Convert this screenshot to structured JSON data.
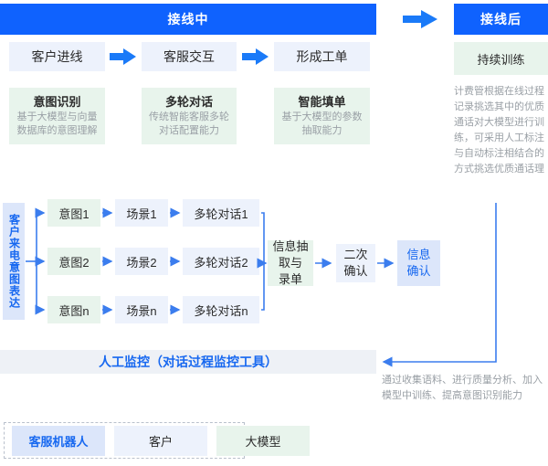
{
  "phases": {
    "during": "接线中",
    "after": "接线后"
  },
  "top_steps": [
    {
      "label": "客户进线"
    },
    {
      "label": "客服交互"
    },
    {
      "label": "形成工单"
    }
  ],
  "capabilities": [
    {
      "title": "意图识别",
      "desc_line1": "基于大模型与向量",
      "desc_line2": "数据库的意图理解"
    },
    {
      "title": "多轮对话",
      "desc_line1": "传统智能客服多轮",
      "desc_line2": "对话配置能力"
    },
    {
      "title": "智能填单",
      "desc_line1": "基于大模型的参数",
      "desc_line2": "抽取能力"
    }
  ],
  "right_column": {
    "box_label": "持续训练",
    "note": "计费管根据在线过程记录挑选其中的优质通话对大模型进行训练，可采用人工标注与自动标注相结合的方式挑选优质通话理"
  },
  "flow": {
    "vertical_label": "客户来电意图表达",
    "rows": [
      {
        "intent": "意图1",
        "scene": "场景1",
        "dialog": "多轮对话1"
      },
      {
        "intent": "意图2",
        "scene": "场景2",
        "dialog": "多轮对话2"
      },
      {
        "intent": "意图n",
        "scene": "场景n",
        "dialog": "多轮对话n"
      }
    ],
    "extract": {
      "line1": "信息抽",
      "line2": "取与",
      "line3": "录单"
    },
    "second_confirm": {
      "line1": "二次",
      "line2": "确认"
    },
    "info_confirm": {
      "line1": "信息",
      "line2": "确认"
    }
  },
  "monitor": {
    "label": "人工监控（对话过程监控工具）"
  },
  "feedback_note": "通过收集语料、进行质量分析、加入模型中训练、提高意图识别能力",
  "legend": [
    {
      "label": "客服机器人",
      "kind": "accent"
    },
    {
      "label": "客户",
      "kind": "blue"
    },
    {
      "label": "大模型",
      "kind": "green"
    }
  ],
  "colors": {
    "brand_blue": "#0F62FE",
    "link_blue": "#1768F0",
    "arrow_blue": "#4D8BF0",
    "green_fill": "#E8F4EC",
    "blue_fill": "#EDF2FC",
    "accent_fill": "#DCE6FA",
    "muted_text": "#9aa0a6"
  },
  "icons": {
    "chevron_right": "chevron-right-arrow-icon"
  }
}
